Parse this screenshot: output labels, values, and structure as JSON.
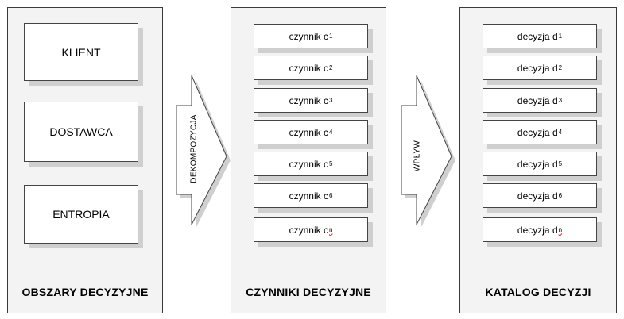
{
  "panels": [
    {
      "title": "OBSZARY DECYZYJNE",
      "items": [
        "KLIENT",
        "DOSTAWCA",
        "ENTROPIA"
      ]
    },
    {
      "title": "CZYNNIKI DECYZYJNE",
      "items": [
        {
          "base": "czynnik c",
          "sub": "1"
        },
        {
          "base": "czynnik c",
          "sub": "2"
        },
        {
          "base": "czynnik c",
          "sub": "3"
        },
        {
          "base": "czynnik c",
          "sub": "4"
        },
        {
          "base": "czynnik c",
          "sub": "5"
        },
        {
          "base": "czynnik c",
          "sub": "6"
        },
        {
          "base": "czynnik c",
          "sub": "n"
        }
      ]
    },
    {
      "title": "KATALOG DECYZJI",
      "items": [
        {
          "base": "decyzja d",
          "sub": "1"
        },
        {
          "base": "decyzja d",
          "sub": "2"
        },
        {
          "base": "decyzja d",
          "sub": "3"
        },
        {
          "base": "decyzja d",
          "sub": "4"
        },
        {
          "base": "decyzja d",
          "sub": "5"
        },
        {
          "base": "decyzja d",
          "sub": "6"
        },
        {
          "base": "decyzja d",
          "sub": "n"
        }
      ]
    }
  ],
  "arrows": [
    {
      "label": "DEKOMPOZYCJA"
    },
    {
      "label": "WPŁYW"
    }
  ],
  "colors": {
    "panel_bg": "#f3f3f3",
    "shadow": "#cfcfcf",
    "border": "#3a3a3a"
  }
}
